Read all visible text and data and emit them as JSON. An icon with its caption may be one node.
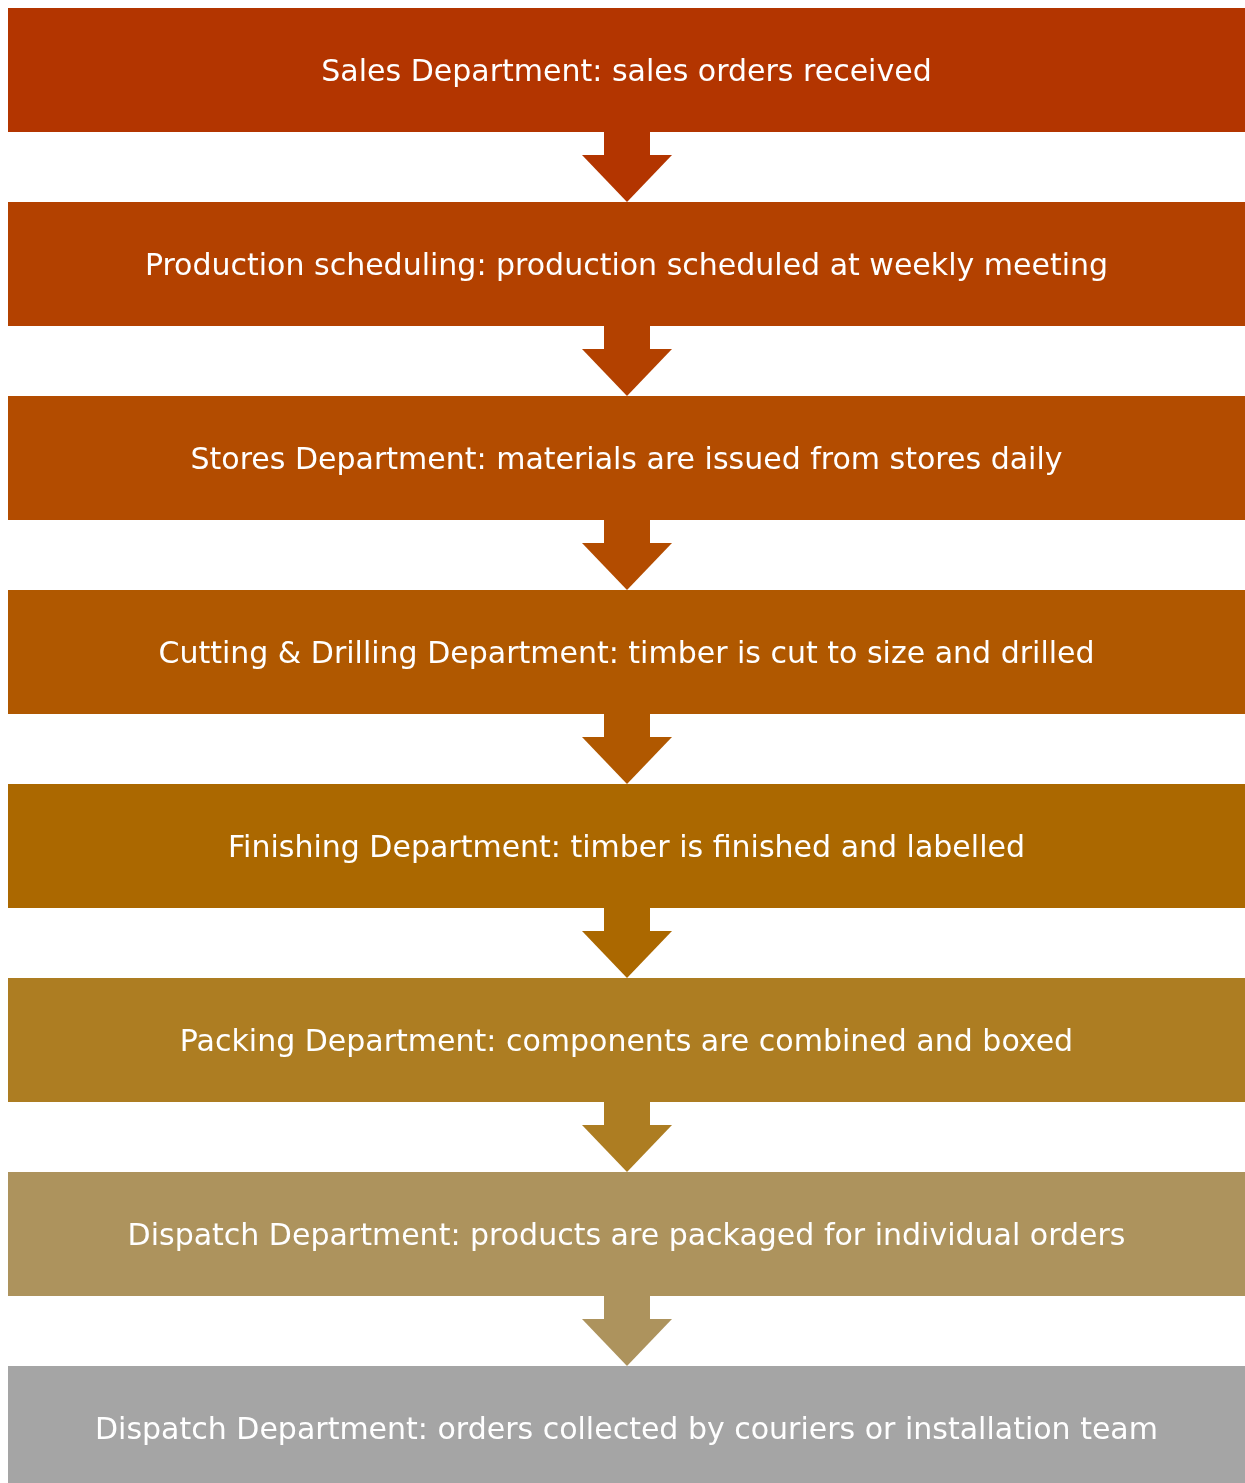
{
  "diagram": {
    "nodes": [
      {
        "text": [
          "Sales Department: sales orders received"
        ]
      },
      {
        "text": [
          "Production scheduling: production scheduled at weekly meeting"
        ]
      },
      {
        "text": [
          "Stores Department: materials are issued from stores daily"
        ]
      },
      {
        "text": [
          "Cutting & Drilling Department: timber is cut to size and drilled"
        ]
      },
      {
        "text": [
          "Finishing Department: timber is finished and labelled"
        ]
      },
      {
        "text": [
          "Packing Department: components are combined and boxed"
        ]
      },
      {
        "text": [
          "Dispatch Department: products are packaged for individual orders"
        ]
      },
      {
        "text": [
          "Dispatch Department: orders collected by couriers or installation team"
        ]
      }
    ],
    "edges": [
      {
        "from": 0,
        "to": 1,
        "arrow": "to",
        "color": "#b33500"
      },
      {
        "from": 1,
        "to": 2,
        "arrow": "to",
        "color": "#b34100"
      },
      {
        "from": 2,
        "to": 3,
        "arrow": "to",
        "color": "#b34c00"
      },
      {
        "from": 3,
        "to": 4,
        "arrow": "to",
        "color": "#b05800"
      },
      {
        "from": 4,
        "to": 5,
        "arrow": "to",
        "color": "#ab6800"
      },
      {
        "from": 5,
        "to": 6,
        "arrow": "to",
        "color": "#ad7d22"
      },
      {
        "from": 6,
        "to": 7,
        "arrow": "to",
        "color": "#ad935d"
      }
    ]
  }
}
